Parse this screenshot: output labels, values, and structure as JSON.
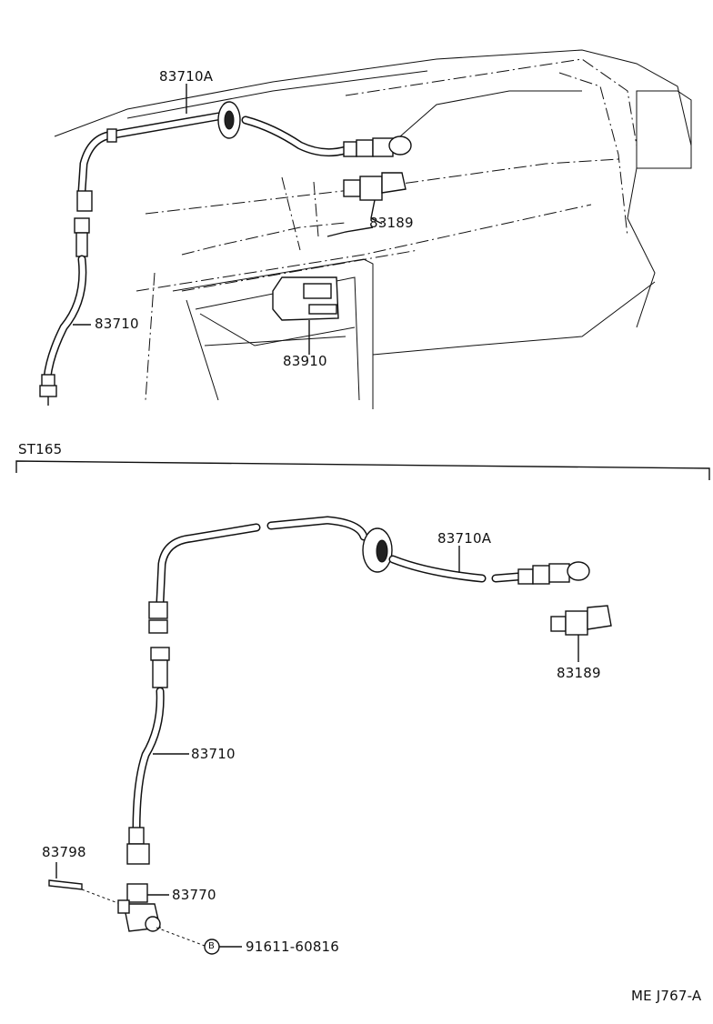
{
  "upper_diagram": {
    "labels": {
      "cable_a": "83710A",
      "sensor": "83189",
      "cable": "83710",
      "clock": "83910"
    }
  },
  "section": {
    "title": "ST165"
  },
  "lower_diagram": {
    "labels": {
      "cable_a": "83710A",
      "sensor": "83189",
      "cable": "83710",
      "clip": "83798",
      "adapter": "83770",
      "bolt_marker": "B",
      "bolt": "91611-60816"
    }
  },
  "footer": {
    "code": "ME J767-A"
  }
}
